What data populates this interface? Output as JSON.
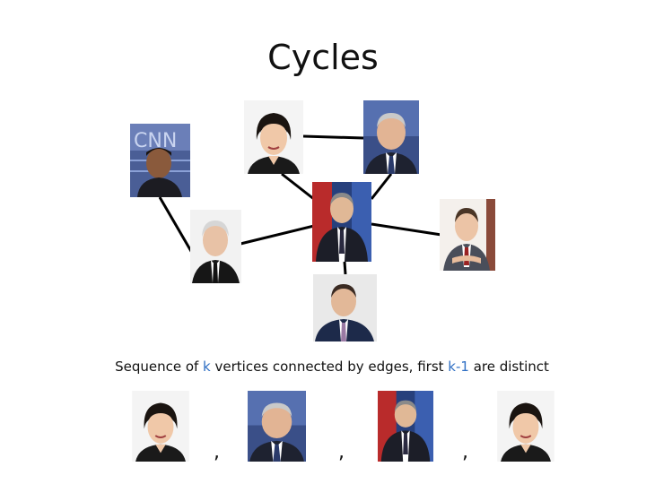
{
  "title": "Cycles",
  "caption": {
    "before_k": "Sequence of ",
    "k": "k",
    "middle": " vertices connected by edges, first ",
    "k_minus_1": "k-1",
    "after": " are distinct"
  },
  "separator": ",",
  "colors": {
    "accent": "#2f6fc4",
    "edge": "#000000"
  },
  "graph": {
    "vertices": [
      {
        "id": "v-cnn",
        "icon": "person-photo-cnn-anchor"
      },
      {
        "id": "v-woman",
        "icon": "person-photo-woman-anchor"
      },
      {
        "id": "v-suit-blue",
        "icon": "person-photo-older-anchor"
      },
      {
        "id": "v-silver",
        "icon": "person-photo-silver-haired-anchor"
      },
      {
        "id": "v-center",
        "icon": "person-photo-comedy-host"
      },
      {
        "id": "v-right",
        "icon": "person-photo-morning-host"
      },
      {
        "id": "v-bottom",
        "icon": "person-photo-news-anchor"
      }
    ],
    "edges": [
      [
        "v-cnn",
        "v-silver"
      ],
      [
        "v-silver",
        "v-center"
      ],
      [
        "v-woman",
        "v-center"
      ],
      [
        "v-woman",
        "v-suit-blue"
      ],
      [
        "v-suit-blue",
        "v-center"
      ],
      [
        "v-center",
        "v-right"
      ],
      [
        "v-center",
        "v-bottom"
      ]
    ]
  },
  "sequence": [
    "v-woman",
    "v-suit-blue",
    "v-center",
    "v-woman"
  ]
}
